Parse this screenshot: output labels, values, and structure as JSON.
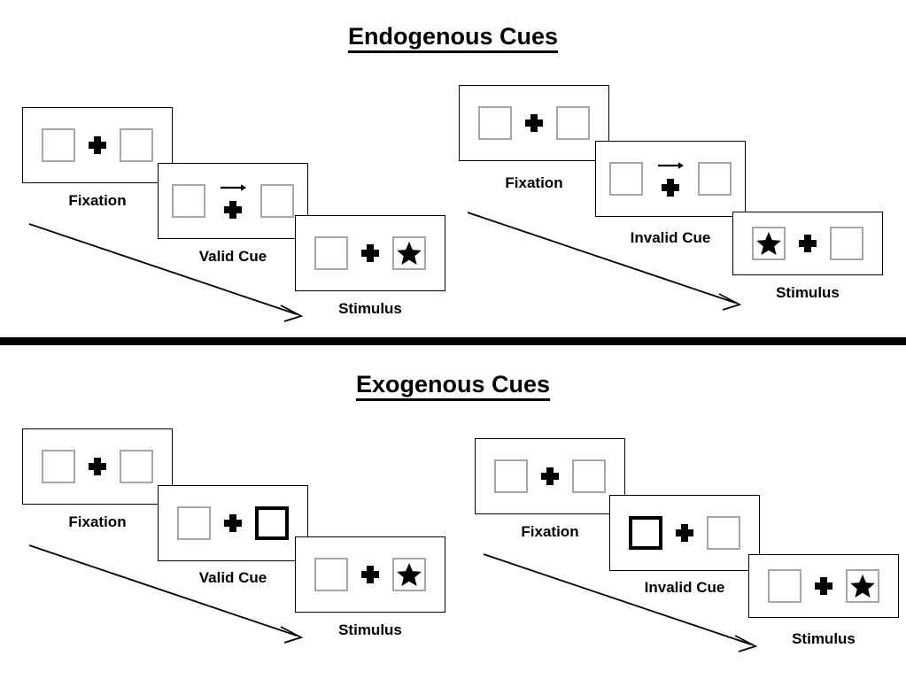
{
  "sections": [
    {
      "id": "endogenous",
      "title": "Endogenous Cues",
      "trials": [
        {
          "id": "endogenous-valid",
          "frames": [
            {
              "caption": "Fixation",
              "cue": "none",
              "left_content": "empty",
              "right_content": "empty"
            },
            {
              "caption": "Valid Cue",
              "cue": "arrow-right",
              "left_content": "empty",
              "right_content": "empty"
            },
            {
              "caption": "Stimulus",
              "cue": "none",
              "left_content": "empty",
              "right_content": "star"
            }
          ]
        },
        {
          "id": "endogenous-invalid",
          "frames": [
            {
              "caption": "Fixation",
              "cue": "none",
              "left_content": "empty",
              "right_content": "empty"
            },
            {
              "caption": "Invalid Cue",
              "cue": "arrow-right",
              "left_content": "empty",
              "right_content": "empty"
            },
            {
              "caption": "Stimulus",
              "cue": "none",
              "left_content": "star",
              "right_content": "empty"
            }
          ]
        }
      ]
    },
    {
      "id": "exogenous",
      "title": "Exogenous Cues",
      "trials": [
        {
          "id": "exogenous-valid",
          "frames": [
            {
              "caption": "Fixation",
              "cue": "none",
              "left_content": "empty",
              "right_content": "empty"
            },
            {
              "caption": "Valid Cue",
              "cue": "highlight-right",
              "left_content": "empty",
              "right_content": "empty"
            },
            {
              "caption": "Stimulus",
              "cue": "none",
              "left_content": "empty",
              "right_content": "star"
            }
          ]
        },
        {
          "id": "exogenous-invalid",
          "frames": [
            {
              "caption": "Fixation",
              "cue": "none",
              "left_content": "empty",
              "right_content": "empty"
            },
            {
              "caption": "Invalid Cue",
              "cue": "highlight-left",
              "left_content": "empty",
              "right_content": "empty"
            },
            {
              "caption": "Stimulus",
              "cue": "none",
              "left_content": "empty",
              "right_content": "star"
            }
          ]
        }
      ]
    }
  ],
  "colors": {
    "frame_border": "#000000",
    "box_border": "#a6a6a6",
    "cued_box_border": "#000000",
    "fixation": "#000000",
    "star": "#000000",
    "divider": "#000000",
    "background": "#ffffff"
  },
  "icons": {
    "fixation": "plus-icon",
    "cue_arrow": "arrow-right-icon",
    "target": "star-icon",
    "flow": "diagonal-arrow-icon"
  }
}
